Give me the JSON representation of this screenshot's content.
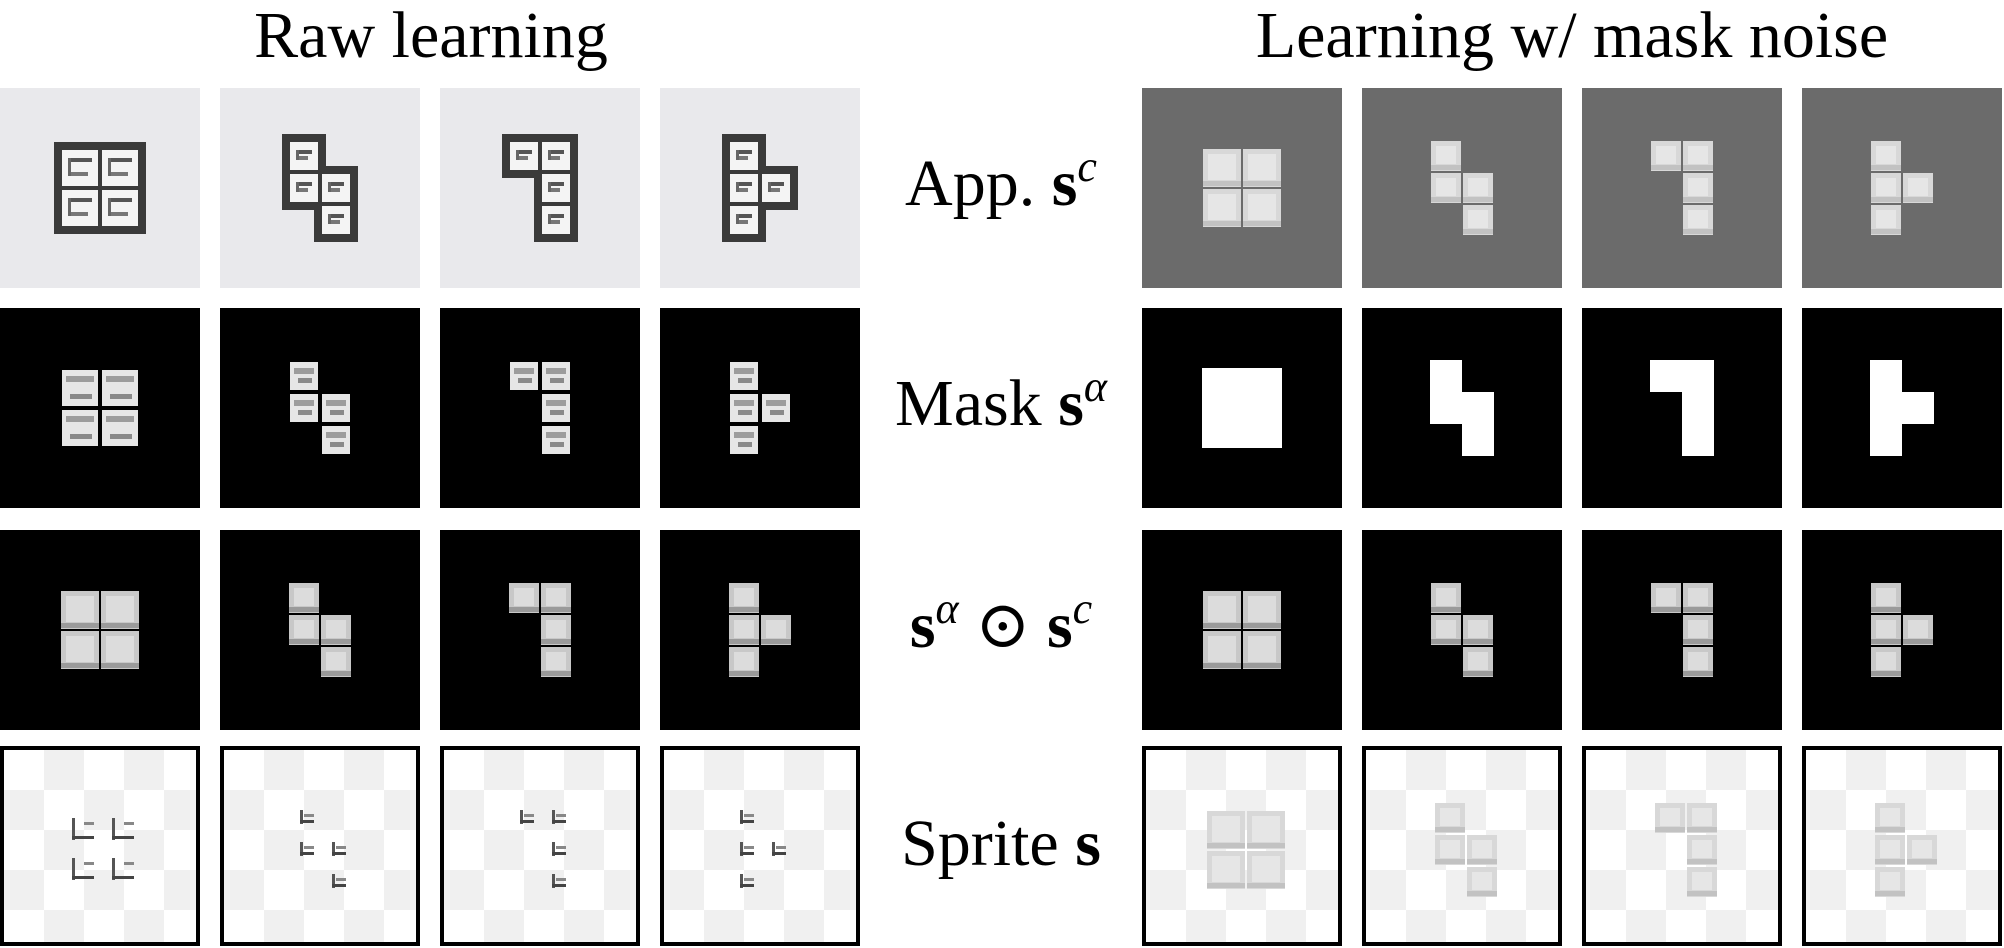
{
  "headers": {
    "left": "Raw learning",
    "right": "Learning w/ mask noise"
  },
  "row_labels": [
    {
      "prefix": "App. ",
      "symbol": "s",
      "sup": "c",
      "suffix": ""
    },
    {
      "prefix": "Mask ",
      "symbol": "s",
      "sup": "α",
      "suffix": ""
    },
    {
      "prefix": "",
      "symbol": "s",
      "sup": "α",
      "suffix": " ⊙ ",
      "symbol2": "s",
      "sup2": "c"
    },
    {
      "prefix": "Sprite ",
      "symbol": "s",
      "sup": "",
      "suffix": ""
    }
  ],
  "shapes": [
    "square",
    "s-shape",
    "l-shape",
    "t-shape"
  ],
  "colors": {
    "black_bg": "#000000",
    "gray_bg": "#6b6b6b",
    "raw_bg": "#e9e9ec",
    "checker_light": "#ffffff",
    "checker_dark": "#f0f0f0"
  }
}
